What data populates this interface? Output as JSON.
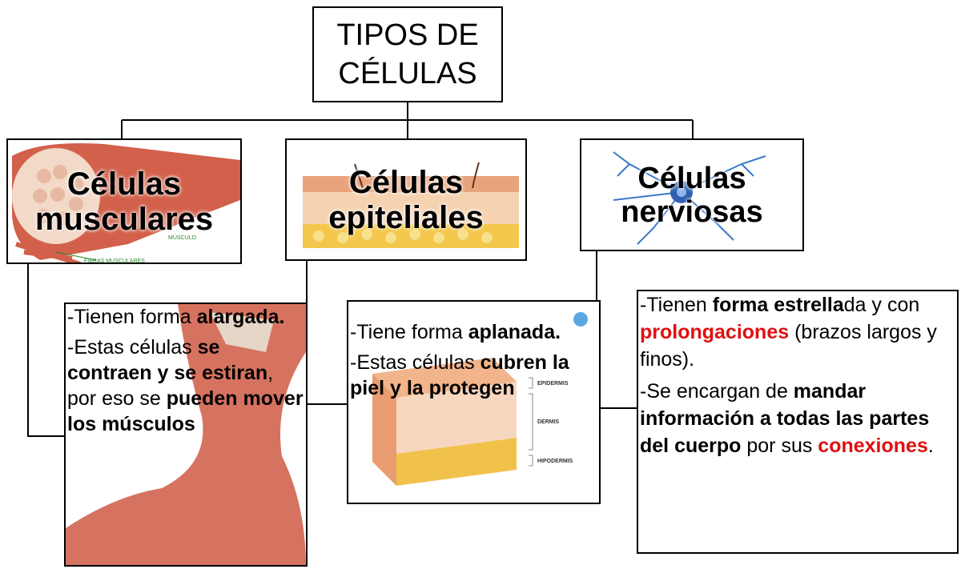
{
  "title": {
    "line1": "TIPOS DE",
    "line2": "CÉLULAS"
  },
  "categories": [
    {
      "label_line1": "Células",
      "label_line2": "musculares",
      "image_caption": "FIBRAS MUSCULARES",
      "image_caption2": "MÚSCULO"
    },
    {
      "label_line1": "Células",
      "label_line2": "epiteliales"
    },
    {
      "label_line1": "Células",
      "label_line2": "nerviosas"
    }
  ],
  "muscular_desc": {
    "p1_prefix": "-Tienen forma ",
    "p1_bold": "alargada.",
    "p2_prefix": "-Estas células ",
    "p2_bold1": "se contraen y se estiran",
    "p2_mid": ", por eso se ",
    "p2_bold2": "pueden mover los músculos"
  },
  "epitelial_desc": {
    "p1_prefix": "-Tiene forma ",
    "p1_bold": "aplanada.",
    "p2_prefix": "-Estas células ",
    "p2_bold": "cubren la piel  y la protegen",
    "layer_labels": [
      "EPIDERMIS",
      "DERMIS",
      "HIPODERMIS"
    ]
  },
  "nerviosa_desc": {
    "p1_prefix": "-Tienen ",
    "p1_bold": "forma estrella",
    "p1_mid": "da y con ",
    "p1_red": "prolongaciones",
    "p1_suffix": " (brazos largos y finos).",
    "p2_prefix": "-Se encargan de ",
    "p2_bold": "mandar información a todas las partes del cuerpo",
    "p2_mid": " por sus ",
    "p2_red": "conexiones",
    "p2_suffix": "."
  },
  "colors": {
    "red_emphasis": "#e01010",
    "muscle": "#c8553f",
    "skin": "#f0b98a",
    "neuron": "#3a78c8"
  }
}
